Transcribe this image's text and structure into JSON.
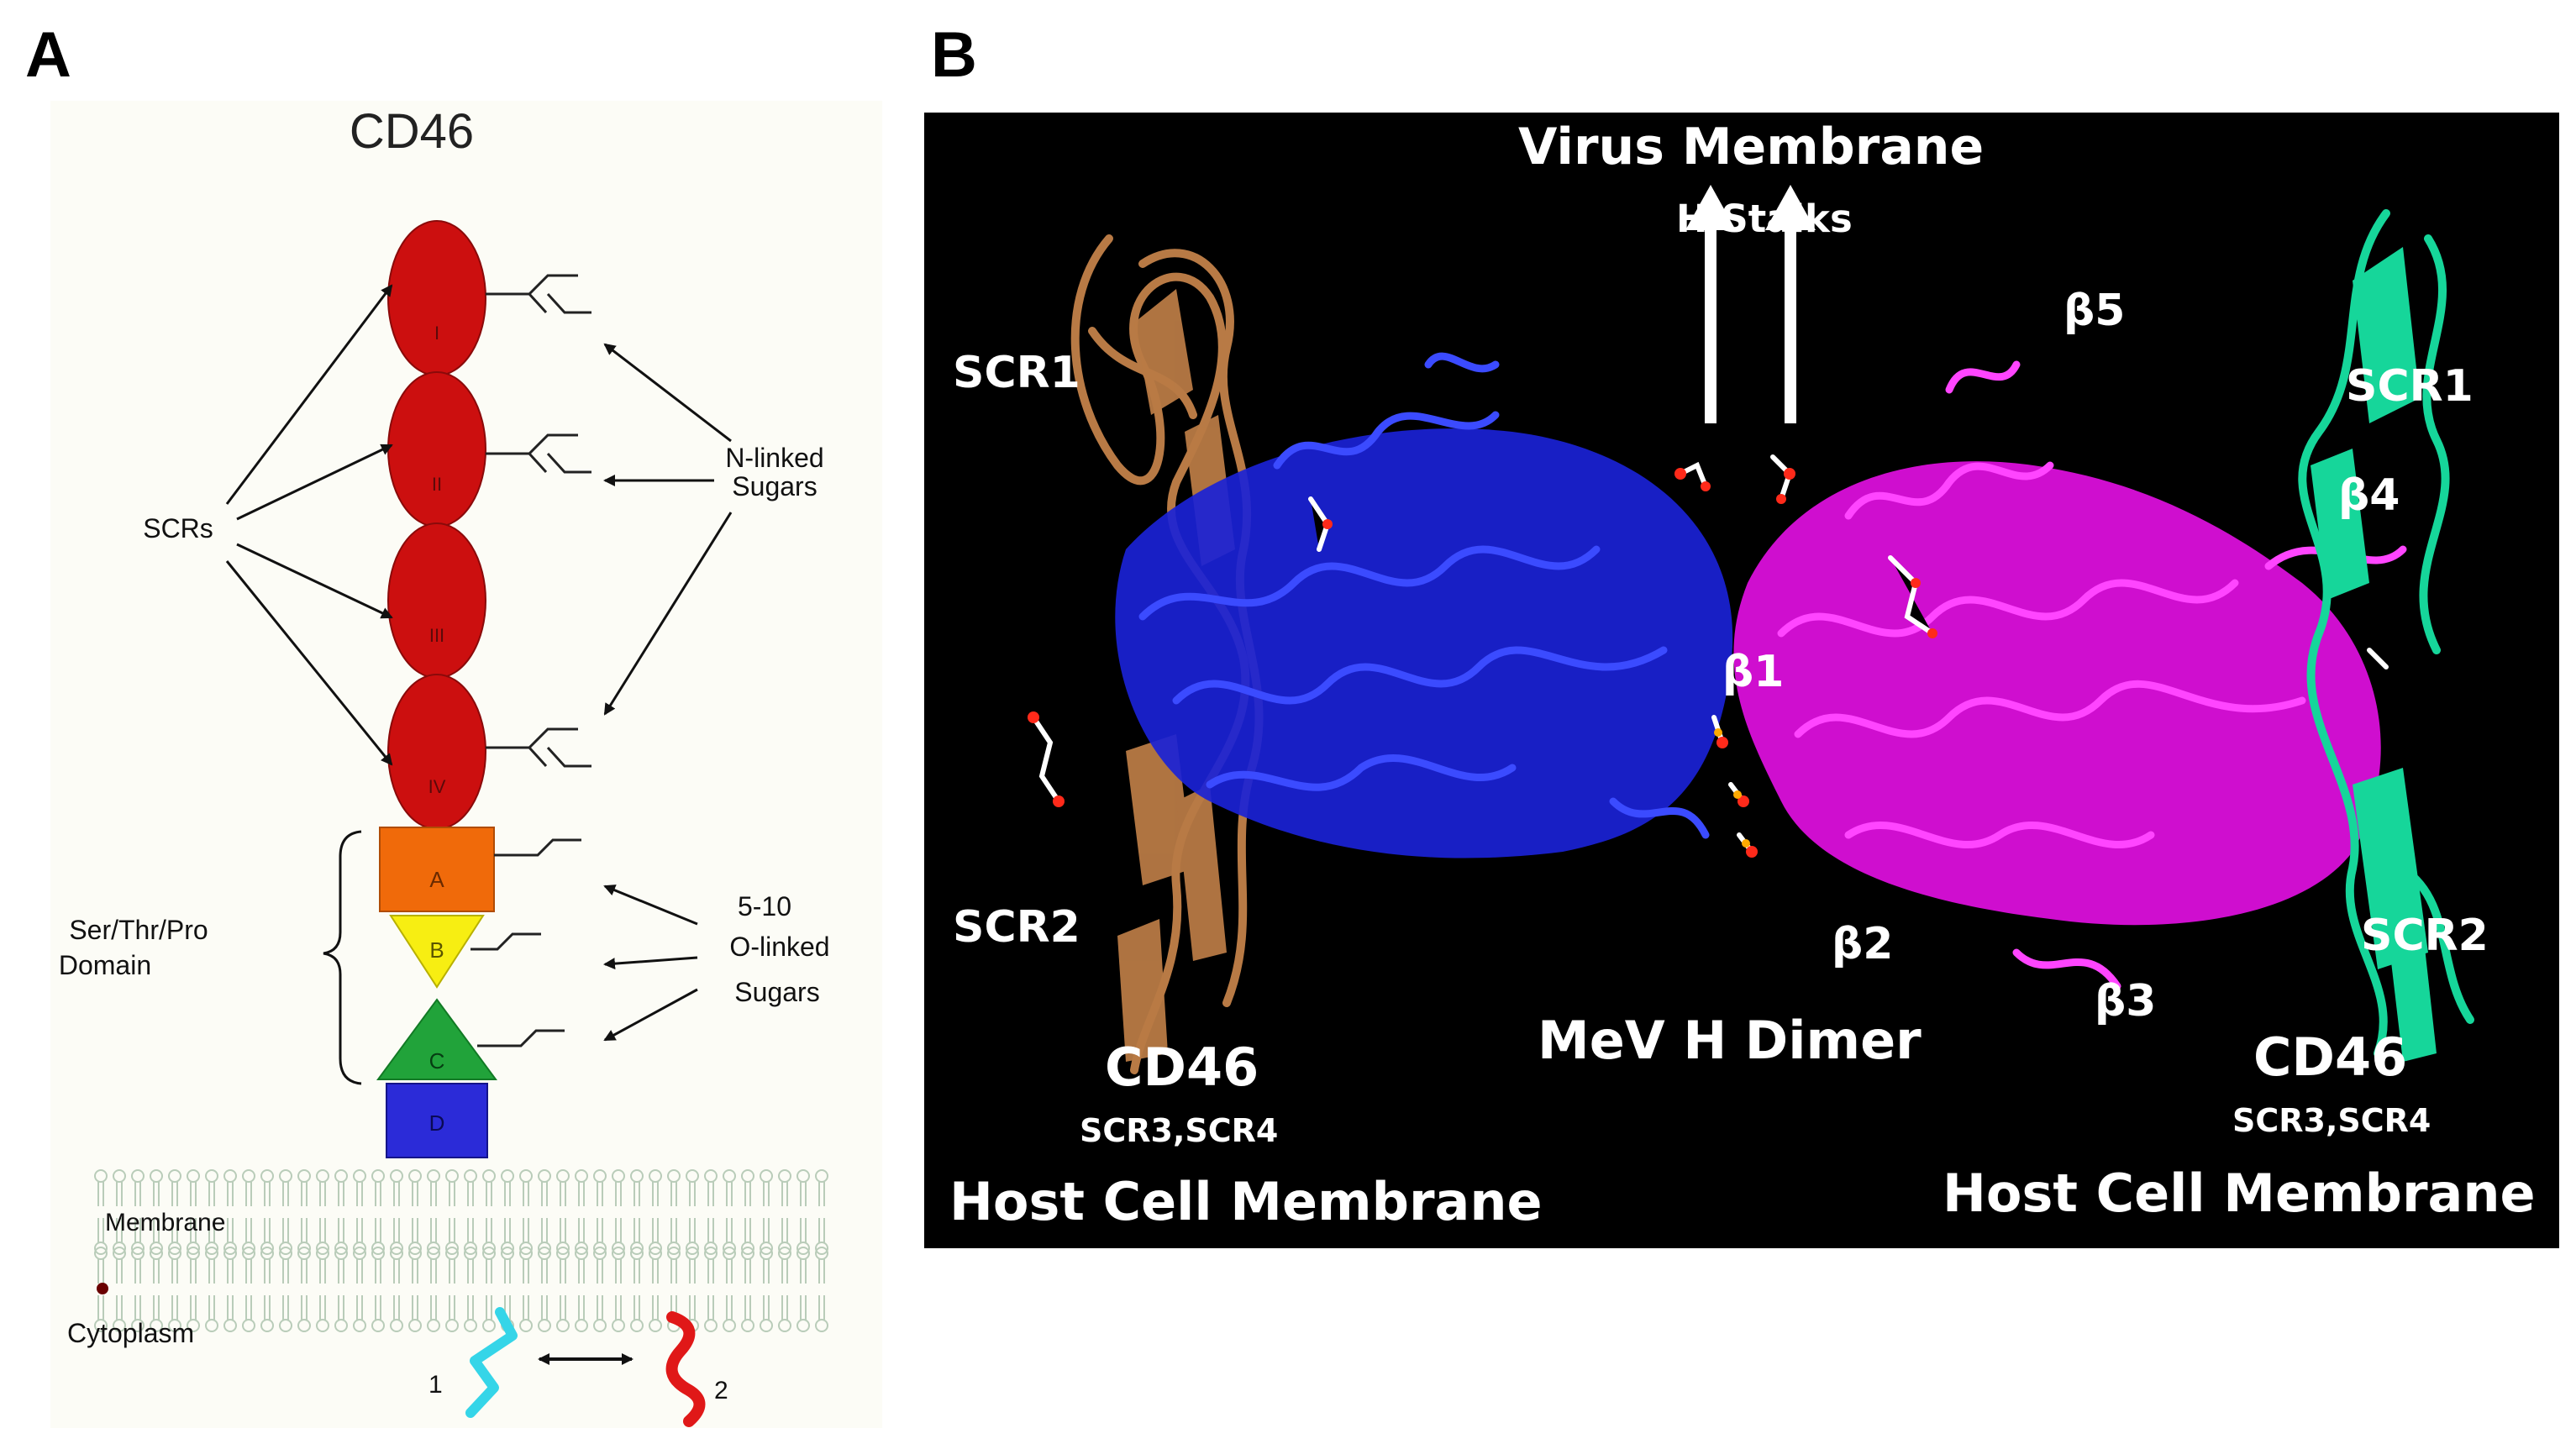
{
  "panel_a": {
    "letter": "A",
    "title": "CD46",
    "scr_numerals": [
      "I",
      "II",
      "III",
      "IV"
    ],
    "stp_letters": [
      "A",
      "B",
      "C",
      "D"
    ],
    "labels": {
      "scrs": "SCRs",
      "n_linked_1": "N-linked",
      "n_linked_2": "Sugars",
      "stp_1": "Ser/Thr/Pro",
      "stp_2": "Domain",
      "o_linked_1": "5-10",
      "o_linked_2": "O-linked",
      "o_linked_3": "Sugars",
      "membrane": "Membrane",
      "cytoplasm": "Cytoplasm",
      "tail_1": "1",
      "tail_2": "2"
    },
    "colors": {
      "scr": "#cc0f0f",
      "a": "#f06a0a",
      "b": "#f7ee12",
      "c": "#21a33a",
      "d": "#2b2bd8",
      "tail1": "#35d5e8",
      "tail2": "#e01818",
      "lipid": "#b9ccb9"
    }
  },
  "panel_b": {
    "letter": "B",
    "labels": {
      "virus_membrane": "Virus Membrane",
      "h_stalks": "H Stalks",
      "scr1_left": "SCR1",
      "scr2_left": "SCR2",
      "cd46_left": "CD46",
      "scr34_left": "SCR3,SCR4",
      "host_left": "Host Cell Membrane",
      "mev": "MeV H Dimer",
      "b1": "β1",
      "b2": "β2",
      "b3": "β3",
      "b4": "β4",
      "b5": "β5",
      "scr1_right": "SCR1",
      "scr2_right": "SCR2",
      "cd46_right": "CD46",
      "scr34_right": "SCR3,SCR4",
      "host_right": "Host Cell Membrane"
    },
    "colors": {
      "background": "#000000",
      "cd46_left": "#b87a45",
      "mev_blue": "#1a22d6",
      "mev_magenta": "#e60fe6",
      "cd46_right": "#16d69a"
    }
  }
}
